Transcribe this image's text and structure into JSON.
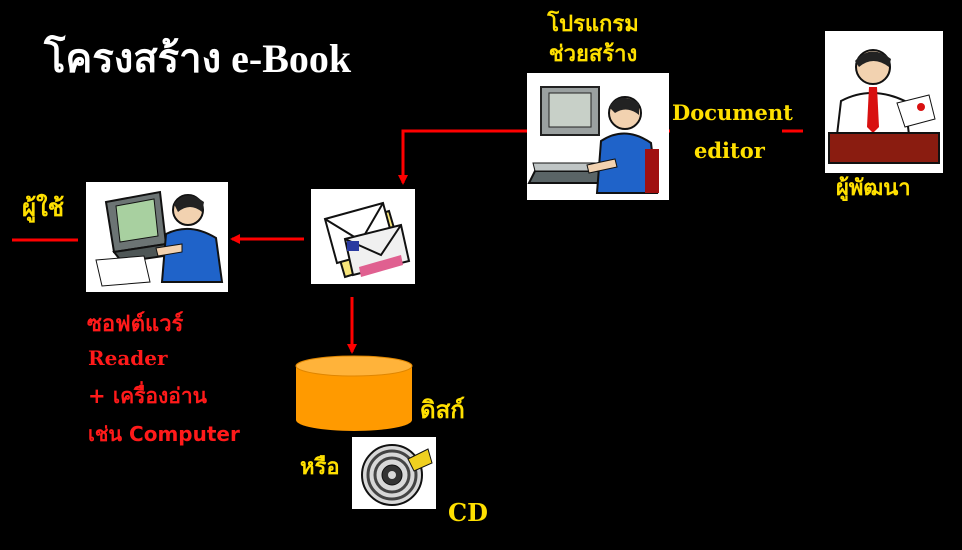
{
  "title": "โครงสร้าง e-Book",
  "labels": {
    "program_line1": "โปรแกรม",
    "program_line2": "ช่วยสร้าง",
    "document": "Document",
    "editor": "editor",
    "developer": "ผู้พัฒนา",
    "user": "ผู้ใช้",
    "software": "ซอฟต์แวร์",
    "reader": "Reader",
    "plus_device": "+ เครื่องอ่าน",
    "such_as_computer": "เช่น Computer",
    "disk": "ดิสก์",
    "or": "หรือ",
    "cd": "CD"
  },
  "colors": {
    "background": "#000000",
    "arrow": "#ff0000",
    "accent_yellow": "#ffe000",
    "disk_orange": "#ff9a00"
  }
}
